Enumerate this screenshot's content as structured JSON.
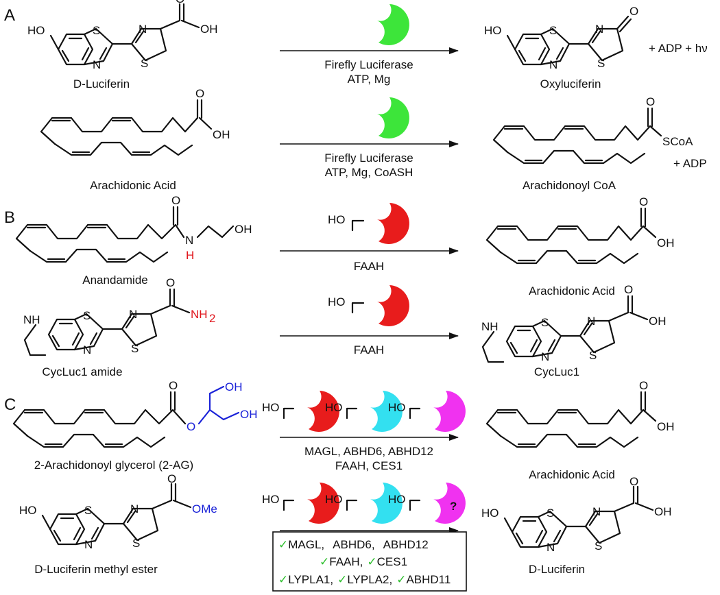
{
  "panels": {
    "a": {
      "letter": "A",
      "reaction1": {
        "substrate": "D-Luciferin",
        "product": "Oxyluciferin",
        "byproducts": "+ ADP + hν",
        "conditions_line1": "Firefly Luciferase",
        "conditions_line2": "ATP, Mg"
      },
      "reaction2": {
        "substrate": "Arachidonic Acid",
        "product": "Arachidonoyl CoA",
        "byproducts": "+ ADP",
        "conditions_line1": "Firefly Luciferase",
        "conditions_line2": "ATP, Mg, CoASH"
      }
    },
    "b": {
      "letter": "B",
      "reaction1": {
        "substrate": "Anandamide",
        "product": "Arachidonic Acid",
        "enzyme": "FAAH"
      },
      "reaction2": {
        "substrate": "CycLuc1 amide",
        "product": "CycLuc1",
        "enzyme": "FAAH"
      }
    },
    "c": {
      "letter": "C",
      "reaction1": {
        "substrate": "2-Arachidonoyl glycerol (2-AG)",
        "product": "Arachidonic Acid",
        "conditions_line1": "MAGL, ABHD6, ABHD12",
        "conditions_line2": "FAAH, CES1"
      },
      "reaction2": {
        "substrate": "D-Luciferin methyl ester",
        "product": "D-Luciferin",
        "question": "?",
        "checkmark": "✓",
        "box_row1": [
          "MAGL,",
          "ABHD6,",
          "ABHD12"
        ],
        "box_row2": [
          "FAAH,",
          "CES1"
        ],
        "box_row3": [
          "LYPLA1,",
          "LYPLA2,",
          "ABHD11"
        ]
      }
    }
  },
  "atoms": {
    "HO": "HO",
    "OH": "OH",
    "S": "S",
    "N": "N",
    "O": "O",
    "H": "H",
    "SCoA": "SCoA",
    "NH": "NH",
    "NH2": "NH",
    "sub2": "2",
    "OMe": "OMe"
  },
  "colors": {
    "luciferase": "#3de53a",
    "faah": "#e81c1c",
    "abhd6": "#33e0f0",
    "abhd12": "#f032f0",
    "heteroatom_highlight": "#e0151c",
    "leaving_group": "#1a22d8",
    "checkmark": "#2fbf2f"
  },
  "icons": [
    "enzyme-pacman-icon",
    "serine-hydroxyl-icon",
    "checkmark-icon"
  ]
}
